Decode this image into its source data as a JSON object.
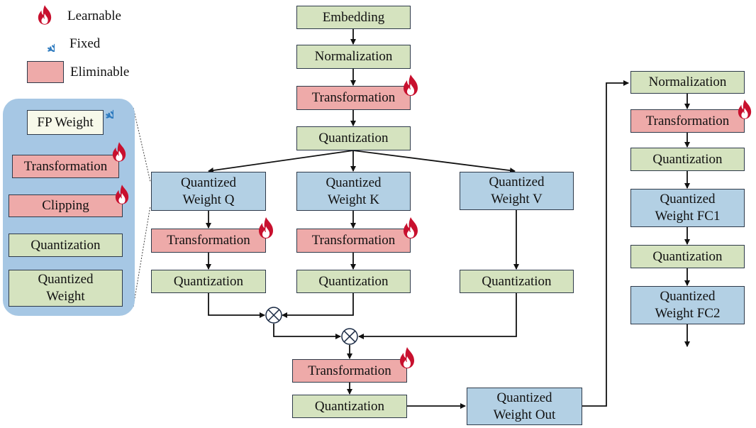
{
  "legend": {
    "learnable": "Learnable",
    "fixed": "Fixed",
    "eliminable": "Eliminable"
  },
  "panel": {
    "fp_weight": "FP Weight",
    "transformation": "Transformation",
    "clipping": "Clipping",
    "quantization": "Quantization",
    "quantized_weight": "Quantized\nWeight"
  },
  "attention": {
    "embedding": "Embedding",
    "normalization": "Normalization",
    "transformation": "Transformation",
    "quantization": "Quantization",
    "weight_q": "Quantized\nWeight Q",
    "weight_k": "Quantized\nWeight K",
    "weight_v": "Quantized\nWeight V",
    "q_transformation": "Transformation",
    "k_transformation": "Transformation",
    "q_quantization": "Quantization",
    "k_quantization": "Quantization",
    "v_quantization": "Quantization",
    "out_transformation": "Transformation",
    "out_quantization": "Quantization",
    "weight_out": "Quantized\nWeight Out"
  },
  "ffn": {
    "normalization": "Normalization",
    "transformation": "Transformation",
    "quantization_1": "Quantization",
    "weight_fc1": "Quantized\nWeight FC1",
    "quantization_2": "Quantization",
    "weight_fc2": "Quantized\nWeight FC2"
  },
  "colors": {
    "learnable_flame": "#c8102e",
    "fixed_snowflake": "#2e7bbf",
    "eliminable": "#eeaaa9",
    "quantization": "#d5e3bf",
    "weight": "#b3d0e4",
    "panel": "#a6c7e4"
  },
  "icons": {
    "learnable": "flame-icon",
    "fixed": "snowflake-icon",
    "multiply": "multiply-icon"
  }
}
